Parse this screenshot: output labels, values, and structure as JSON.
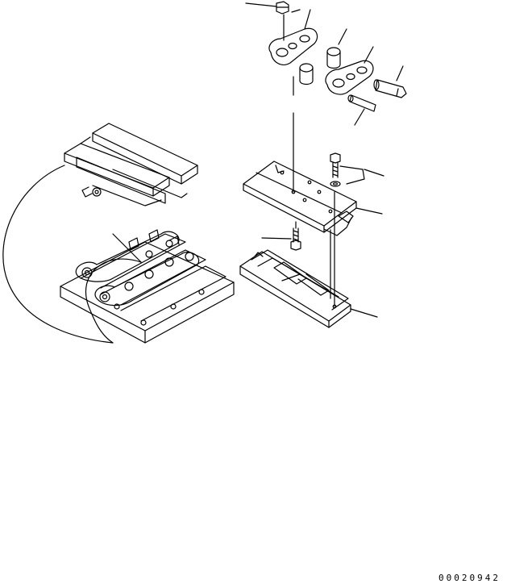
{
  "drawing_number": "00020942",
  "colors": {
    "line": "#000000",
    "background": "#ffffff"
  },
  "parts": [
    {
      "name": "nut"
    },
    {
      "name": "link-left"
    },
    {
      "name": "bushing-upper"
    },
    {
      "name": "bushing-lower"
    },
    {
      "name": "link-right"
    },
    {
      "name": "master-pin"
    },
    {
      "name": "pin"
    },
    {
      "name": "shoe-bolt-with-washer"
    },
    {
      "name": "track-shoe-plate"
    },
    {
      "name": "lower-bolt"
    },
    {
      "name": "rubber-pad-shoe"
    }
  ]
}
